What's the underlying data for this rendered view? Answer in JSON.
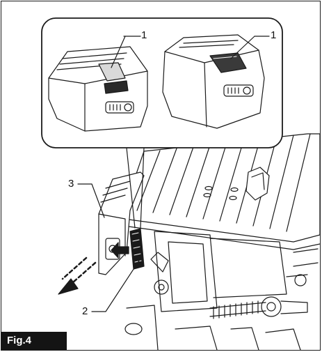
{
  "figure": {
    "label": "Fig.4",
    "callouts": {
      "battery_release_button_left": "1",
      "battery_release_button_right": "1",
      "battery_cartridge": "2",
      "tool_battery_port": "3"
    }
  }
}
